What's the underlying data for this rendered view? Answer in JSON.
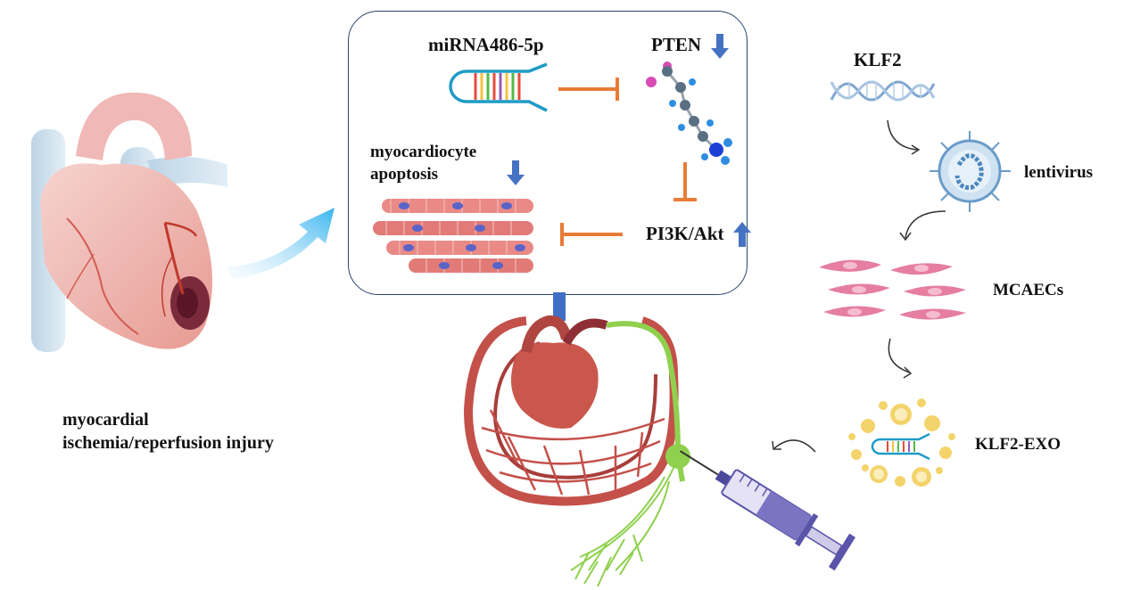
{
  "labels": {
    "mirna": "miRNA486-5p",
    "pten": "PTEN",
    "apoptosis_line1": "myocardiocyte",
    "apoptosis_line2": "apoptosis",
    "pi3k": "PI3K/Akt",
    "klf2": "KLF2",
    "lentivirus": "lentivirus",
    "mcaecs": "MCAECs",
    "klf2_exo": "KLF2-EXO",
    "injury_line1": "myocardial",
    "injury_line2": "ischemia/reperfusion injury"
  },
  "colors": {
    "inhibition": "#e87c37",
    "arrow_blue": "#4672c4",
    "panel_border": "#27466b",
    "hairpin": "#1f9bc6",
    "heart_red": "#c9574c",
    "lymph_green": "#8fd14f",
    "cell_pink": "#e67ea0",
    "exosome_yellow": "#f3d46b"
  },
  "icons": {
    "down_arrow": "down-arrow-icon",
    "up_arrow": "up-arrow-icon",
    "curved_arrow": "curved-arrow-icon",
    "inhibit": "inhibition-bar-icon"
  },
  "regulation": {
    "pten": "down",
    "apoptosis": "down",
    "pi3k_akt": "up"
  }
}
